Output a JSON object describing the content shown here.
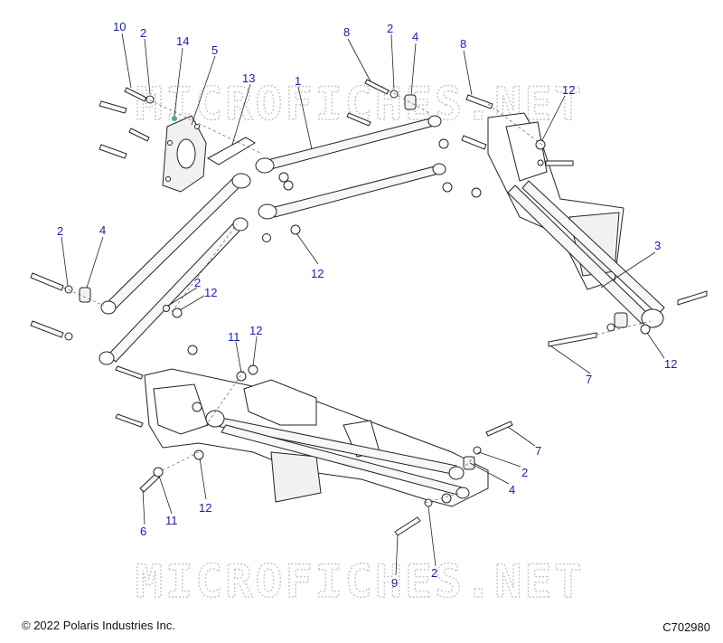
{
  "watermark": "MICROFICHES.NET",
  "footer": {
    "copyright": "© 2022 Polaris Industries Inc.",
    "illustration_code": "C702980"
  },
  "callouts": {
    "c10": "10",
    "c2a": "2",
    "c14": "14",
    "c5": "5",
    "c13": "13",
    "c1": "1",
    "c8a": "8",
    "c2b": "2",
    "c4a": "4",
    "c8b": "8",
    "c12a": "12",
    "c2c": "2",
    "c4b": "4",
    "c12b": "12",
    "c2d": "2",
    "c12c": "12",
    "c3": "3",
    "c11a": "11",
    "c12d": "12",
    "c7a": "7",
    "c12e": "12",
    "c7b": "7",
    "c2e": "2",
    "c4c": "4",
    "c6": "6",
    "c11b": "11",
    "c12f": "12",
    "c9": "9",
    "c2f": "2"
  }
}
